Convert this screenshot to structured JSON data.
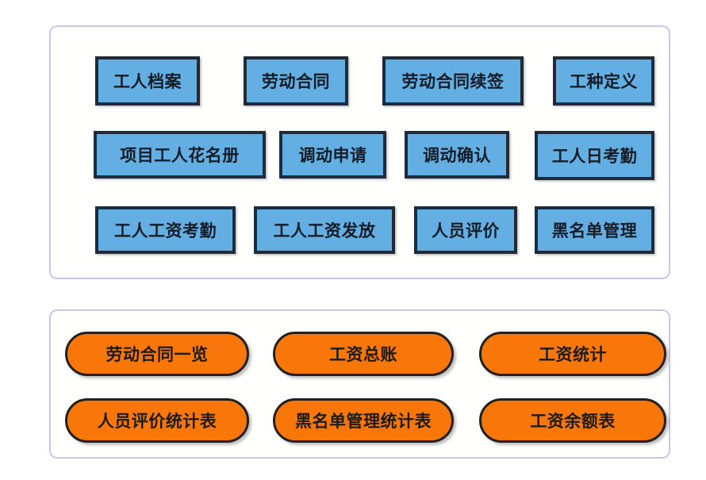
{
  "panels": {
    "modules": {
      "name": "module-buttons-panel",
      "rows": [
        [
          {
            "label": "工人档案"
          },
          {
            "label": "劳动合同"
          },
          {
            "label": "劳动合同续签"
          },
          {
            "label": "工种定义"
          }
        ],
        [
          {
            "label": "项目工人花名册"
          },
          {
            "label": "调动申请"
          },
          {
            "label": "调动确认"
          },
          {
            "label": "工人日考勤"
          }
        ],
        [
          {
            "label": "工人工资考勤"
          },
          {
            "label": "工人工资发放"
          },
          {
            "label": "人员评价"
          },
          {
            "label": "黑名单管理"
          }
        ]
      ]
    },
    "reports": {
      "name": "report-buttons-panel",
      "rows": [
        [
          {
            "label": "劳动合同一览"
          },
          {
            "label": "工资总账"
          },
          {
            "label": "工资统计"
          }
        ],
        [
          {
            "label": "人员评价统计表"
          },
          {
            "label": "黑名单管理统计表"
          },
          {
            "label": "工资余额表"
          }
        ]
      ]
    }
  },
  "colors": {
    "module_fill": "#63aee3",
    "module_border": "#1d2b3a",
    "report_fill": "#f97709",
    "report_border": "#221f1c",
    "panel_border": "#cdc5ea",
    "page_background": "#ffffff",
    "text": "#141c26"
  }
}
